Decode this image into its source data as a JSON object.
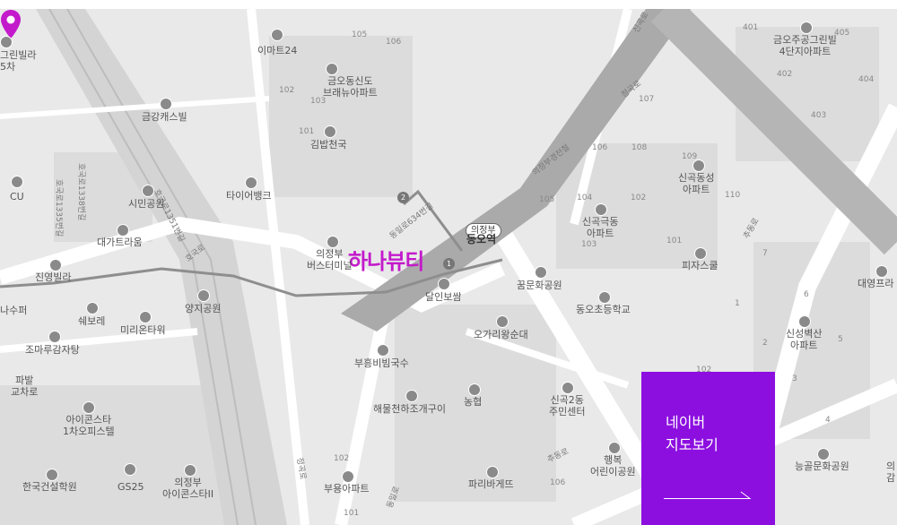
{
  "marker": {
    "title": "하나뷰티",
    "color": "#c31acb",
    "icon": "location-pin-icon"
  },
  "cta": {
    "label": "네이버\n지도보기",
    "background": "#8c0fe0",
    "icon": "arrow-right-icon"
  },
  "station": {
    "tag": "의정부",
    "name": "동오역",
    "exits": [
      "1",
      "2"
    ]
  },
  "labels": {
    "l01": "그린빌라\n5차",
    "l02": "이마트24",
    "l03": "금오동신도\n브래뉴아파트",
    "l04": "금강캐스빌",
    "l05": "김밥천국",
    "l06": "시민공원",
    "l07": "타이어뱅크",
    "l08": "CU",
    "l09": "대가트라움",
    "l10": "진영빌라",
    "l11": "의정부\n버스터미널",
    "l12": "달인보쌈",
    "l13": "양지공원",
    "l14": "쉐보레",
    "l15": "미리온타워",
    "l16": "나수퍼",
    "l17": "조마루감자탕",
    "l18": "파발\n교차로",
    "l19": "부흥비빔국수",
    "l20": "오가리왕순대",
    "l21": "꿈문화공원",
    "l22": "해물천하조개구이",
    "l23": "농협",
    "l24": "아이콘스타\n1차오피스텔",
    "l25": "신곡2동\n주민센터",
    "l26": "GS25",
    "l27": "의정부\n아이콘스타II",
    "l28": "한국건설학원",
    "l29": "부용아파트",
    "l30": "파리바게뜨",
    "l31": "행복\n어린이공원",
    "l32": "금오주공그린빌\n4단지아파트",
    "l33": "신곡동성\n아파트",
    "l34": "신곡극동\n아파트",
    "l35": "피자스쿨",
    "l36": "동오초등학교",
    "l37": "대영프라",
    "l38": "신성벽산\n아파트",
    "l39": "능골문화공원",
    "l40": "의\n감"
  },
  "roads": {
    "r1": "호국로1351번길",
    "r2": "호국로1338번길",
    "r3": "호국로1335번길",
    "r4": "호국로",
    "r5": "동일로634번길",
    "r6": "의정부경전철",
    "r7": "정곡로",
    "r8": "추동로",
    "r9": "추동로",
    "r10": "정곡로",
    "r11": "동일로",
    "r12": "신곡로"
  },
  "numbers": {
    "n1": "105",
    "n2": "106",
    "n3": "102",
    "n4": "103",
    "n5": "101",
    "n6": "401",
    "n7": "405",
    "n8": "402",
    "n9": "404",
    "n10": "403",
    "n11": "107",
    "n12": "106",
    "n13": "108",
    "n14": "109",
    "n15": "105",
    "n16": "104",
    "n17": "102",
    "n18": "110",
    "n19": "103",
    "n20": "101",
    "n21": "7",
    "n22": "6",
    "n23": "1",
    "n24": "2",
    "n25": "5",
    "n26": "3",
    "n27": "4",
    "n28": "102",
    "n29": "106",
    "n30": "102",
    "n31": "101"
  }
}
